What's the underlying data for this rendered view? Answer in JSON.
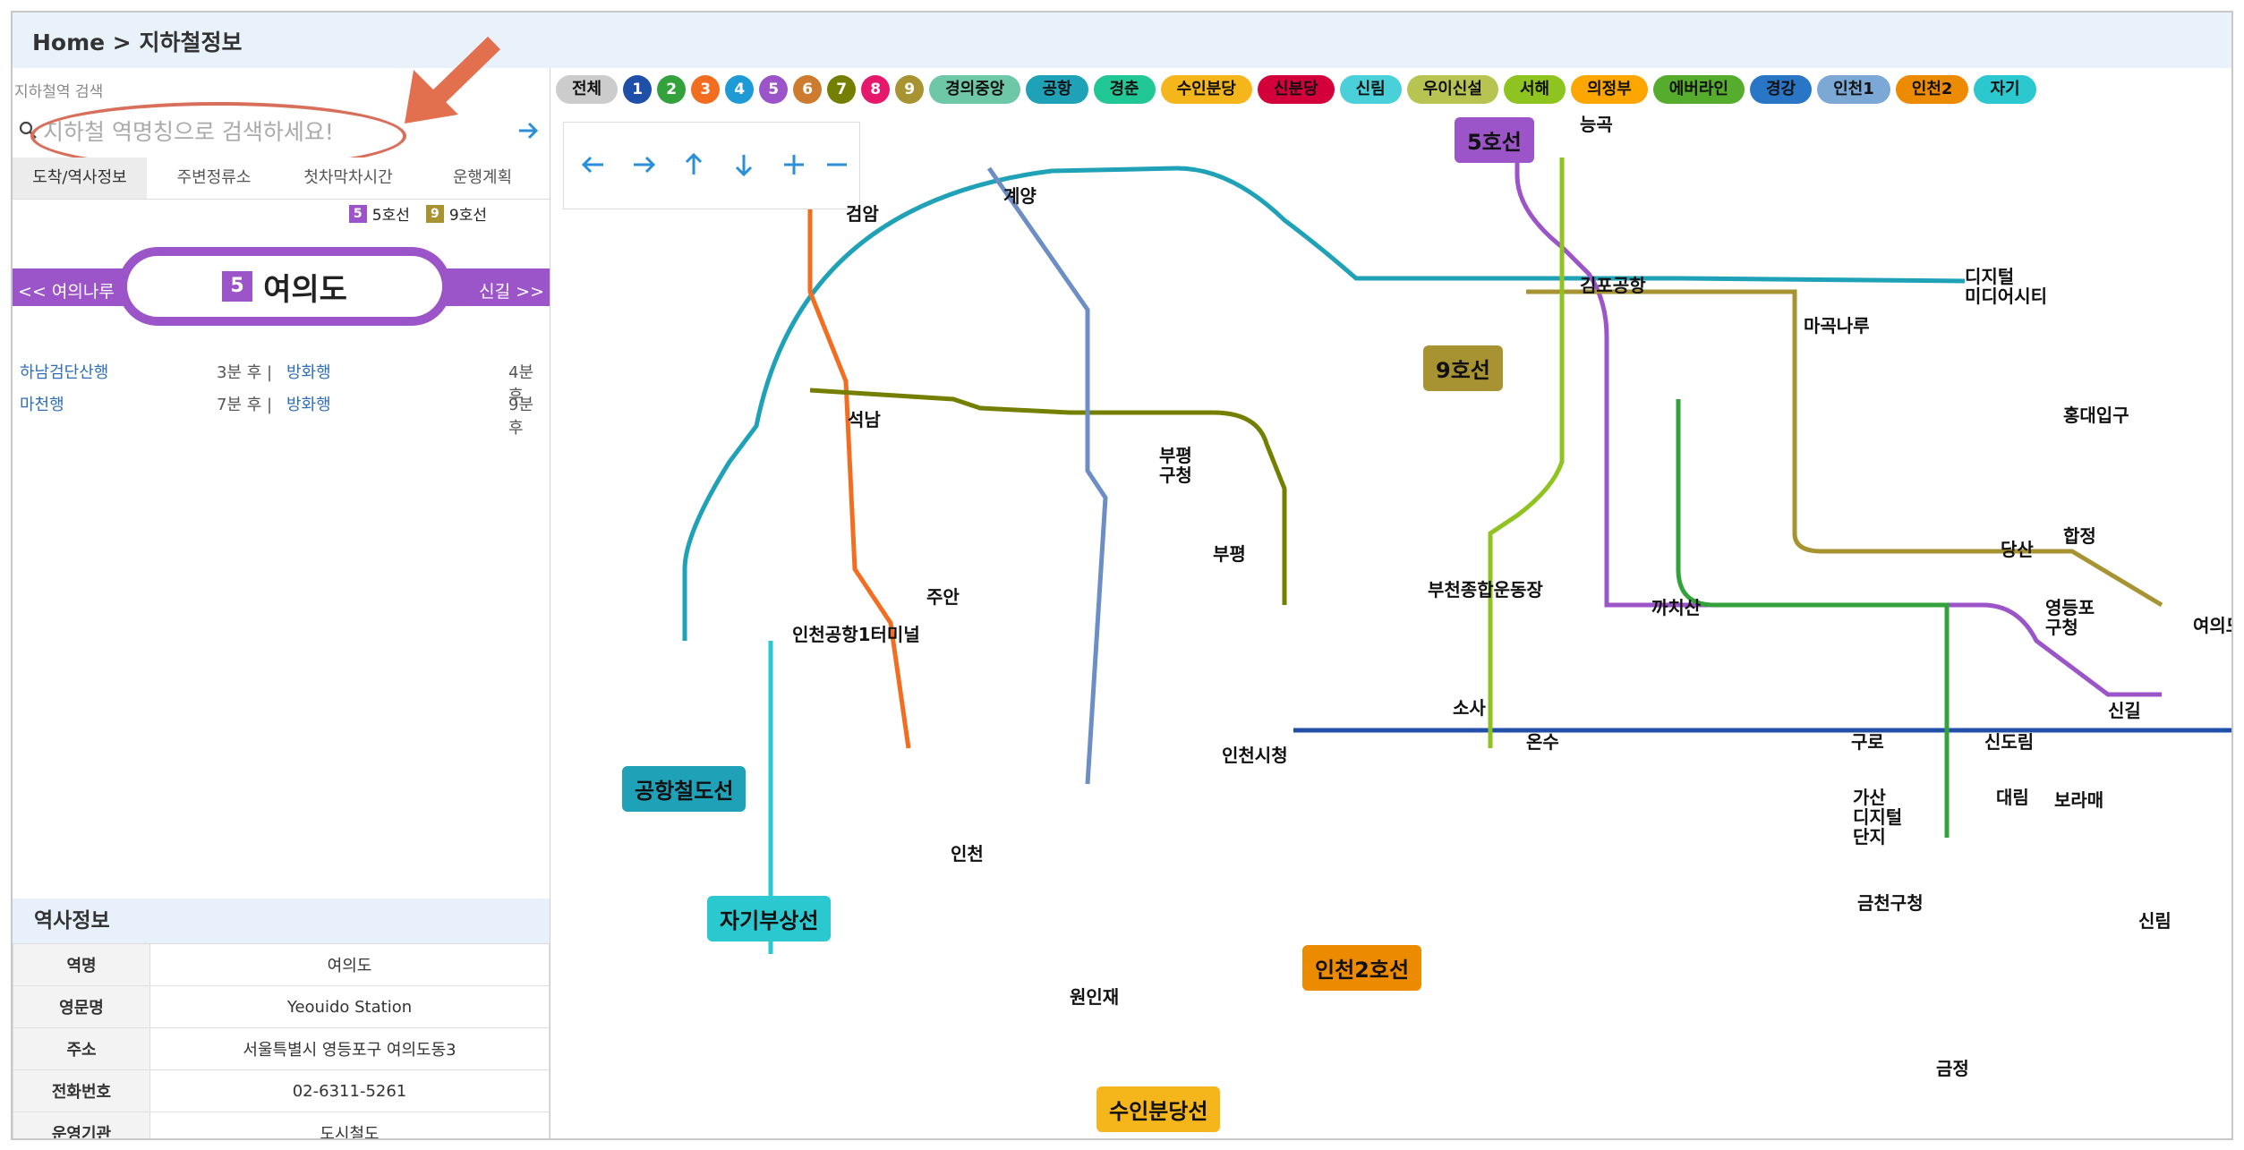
{
  "header": {
    "breadcrumb": "Home > 지하철정보"
  },
  "search": {
    "label": "지하철역 검색",
    "placeholder": "지하철 역명칭으로 검색하세요!"
  },
  "tabs": [
    {
      "label": "도착/역사정보",
      "active": true
    },
    {
      "label": "주변정류소"
    },
    {
      "label": "첫차막차시간"
    },
    {
      "label": "운행계획"
    }
  ],
  "line_legend": [
    {
      "num": "5",
      "label": "5호선",
      "color": "#9b55c9"
    },
    {
      "num": "9",
      "label": "9호선",
      "color": "#a89332"
    }
  ],
  "station": {
    "prev": "<< 여의나루",
    "next": "신길 >>",
    "line_num": "5",
    "name": "여의도"
  },
  "arrivals": [
    {
      "dest1": "하남검단산행",
      "time1": "3분 후 |",
      "dest2": "방화행",
      "time2": "4분 후"
    },
    {
      "dest1": "마천행",
      "time1": "7분 후 |",
      "dest2": "방화행",
      "time2": "9분 후"
    }
  ],
  "info": {
    "title": "역사정보",
    "rows": [
      {
        "k": "역명",
        "v": "여의도"
      },
      {
        "k": "영문명",
        "v": "Yeouido Station"
      },
      {
        "k": "주소",
        "v": "서울특별시 영등포구 여의도동3"
      },
      {
        "k": "전화번호",
        "v": "02-6311-5261"
      },
      {
        "k": "운영기관",
        "v": "도시철도"
      }
    ]
  },
  "linebar": [
    {
      "label": "전체",
      "color": "#cccccc",
      "type": "chip"
    },
    {
      "label": "1",
      "color": "#1f4fa8",
      "type": "circ"
    },
    {
      "label": "2",
      "color": "#33a23d",
      "type": "circ"
    },
    {
      "label": "3",
      "color": "#f36d21",
      "type": "circ"
    },
    {
      "label": "4",
      "color": "#1e9bd7",
      "type": "circ"
    },
    {
      "label": "5",
      "color": "#9b55c9",
      "type": "circ"
    },
    {
      "label": "6",
      "color": "#cd7c2f",
      "type": "circ"
    },
    {
      "label": "7",
      "color": "#747f00",
      "type": "circ"
    },
    {
      "label": "8",
      "color": "#e6186c",
      "type": "circ"
    },
    {
      "label": "9",
      "color": "#a89332",
      "type": "circ"
    },
    {
      "label": "경의중앙",
      "color": "#6ec7a7",
      "type": "chip"
    },
    {
      "label": "공항",
      "color": "#1fa2b7",
      "type": "chip"
    },
    {
      "label": "경춘",
      "color": "#22c796",
      "type": "chip"
    },
    {
      "label": "수인분당",
      "color": "#f5b61c",
      "type": "chip"
    },
    {
      "label": "신분당",
      "color": "#d4003b",
      "type": "chip"
    },
    {
      "label": "신림",
      "color": "#4ad0d8",
      "type": "chip"
    },
    {
      "label": "우이신설",
      "color": "#b7c452",
      "type": "chip"
    },
    {
      "label": "서해",
      "color": "#8fc31f",
      "type": "chip"
    },
    {
      "label": "의정부",
      "color": "#fda600",
      "type": "chip"
    },
    {
      "label": "에버라인",
      "color": "#56ad2d",
      "type": "chip"
    },
    {
      "label": "경강",
      "color": "#2a76c6",
      "type": "chip"
    },
    {
      "label": "인천1",
      "color": "#7ca8d5",
      "type": "chip"
    },
    {
      "label": "인천2",
      "color": "#ed8b00",
      "type": "chip"
    },
    {
      "label": "자기",
      "color": "#2bc9cf",
      "type": "chip"
    }
  ],
  "map_tags": {
    "l5": "5호선",
    "l9": "9호선",
    "airport": "공항철도선",
    "maglev": "자기부상선",
    "incheon2": "인천2호선",
    "suin": "수인분당선"
  },
  "stations": {
    "s_neunggok": "능곡",
    "s_gimpo": "김포공항",
    "s_magongnaru": "마곡나루",
    "s_dmc": "디지털\n미디어시티",
    "s_hongik": "홍대입구",
    "s_hapjeong": "합정",
    "s_dangsan": "당산",
    "s_yeongdeungpo": "영등포\n구청",
    "s_yeouido": "여의도",
    "s_singil": "신길",
    "s_gyeyang": "계양",
    "s_geomam": "검암",
    "s_seoknam": "석남",
    "s_bupyeonggu": "부평\n구청",
    "s_bupyeong": "부평",
    "s_juan": "주안",
    "s_incheonairport1": "인천공항1터미널",
    "s_bucheon": "부천종합운동장",
    "s_sosa": "소사",
    "s_onsu": "온수",
    "s_guro": "구로",
    "s_sindorim": "신도림",
    "s_daerim": "대림",
    "s_gasan": "가산\n디지털\n단지",
    "s_geumcheon": "금천구청",
    "s_geumjeong": "금정",
    "s_kkachisan": "까치산",
    "s_incheoncity": "인천시청",
    "s_incheon": "인천",
    "s_woninjae": "원인재",
    "s_sillim": "신림",
    "s_boramae": "보라매"
  }
}
